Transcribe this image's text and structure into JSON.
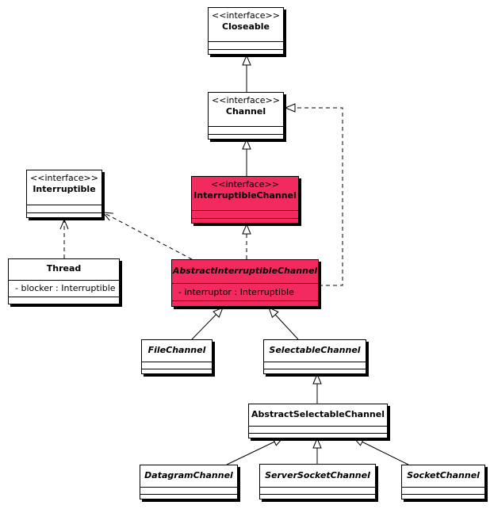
{
  "classes": {
    "closeable": {
      "stereotype": "<<interface>>",
      "name": "Closeable"
    },
    "channel": {
      "stereotype": "<<interface>>",
      "name": "Channel"
    },
    "interruptible": {
      "stereotype": "<<interface>>",
      "name": "Interruptible"
    },
    "interruptible_channel": {
      "stereotype": "<<interface>>",
      "name": "InterruptibleChannel"
    },
    "thread": {
      "name": "Thread",
      "attribute": "- blocker : Interruptible"
    },
    "abstract_interruptible_channel": {
      "name": "AbstractInterruptibleChannel",
      "attribute": "- interruptor : Interruptible"
    },
    "file_channel": {
      "name": "FileChannel"
    },
    "selectable_channel": {
      "name": "SelectableChannel"
    },
    "abstract_selectable_channel": {
      "name": "AbstractSelectableChannel"
    },
    "datagram_channel": {
      "name": "DatagramChannel"
    },
    "server_socket_channel": {
      "name": "ServerSocketChannel"
    },
    "socket_channel": {
      "name": "SocketChannel"
    }
  },
  "colors": {
    "highlight": "#f32a5e",
    "line": "#000000"
  }
}
